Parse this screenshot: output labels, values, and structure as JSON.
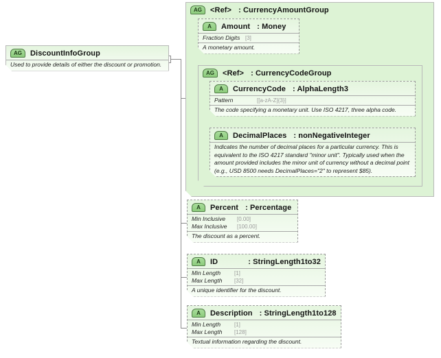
{
  "diagram": {
    "type": "xsd-schema-tree",
    "root": {
      "badge": "AG",
      "name": "DiscountInfoGroup",
      "annotation": "Used to provide details of either the discount or promotion."
    },
    "toggle": {
      "state": "expanded",
      "glyph": "minus"
    },
    "children": [
      {
        "badge": "AG",
        "name": "<Ref>",
        "type": ": CurrencyAmountGroup",
        "children": [
          {
            "badge": "A",
            "name": "Amount",
            "type": ": Money",
            "facets": [
              {
                "label": "Fraction Digits",
                "value": "[3]"
              }
            ],
            "annotation": "A monetary amount."
          },
          {
            "badge": "AG",
            "name": "<Ref>",
            "type": ": CurrencyCodeGroup",
            "children": [
              {
                "badge": "A",
                "name": "CurrencyCode",
                "type": ": AlphaLength3",
                "facets": [
                  {
                    "label": "Pattern",
                    "value": "[[a-zA-Z]{3}]"
                  }
                ],
                "annotation": "The code specifying a monetary unit. Use ISO 4217, three alpha code."
              },
              {
                "badge": "A",
                "name": "DecimalPlaces",
                "type": ": nonNegativeInteger",
                "facets": [],
                "annotation": "Indicates the number of decimal places for a particular currency. This is equivalent to the ISO 4217 standard \"minor unit\". Typically used when the amount provided includes the minor unit of currency without a decimal point (e.g., USD 8500 needs DecimalPlaces=\"2\" to represent $85)."
              }
            ]
          }
        ]
      },
      {
        "badge": "A",
        "name": "Percent",
        "type": ": Percentage",
        "facets": [
          {
            "label": "Min Inclusive",
            "value": "[0.00]"
          },
          {
            "label": "Max Inclusive",
            "value": "[100.00]"
          }
        ],
        "annotation": "The discount as a percent."
      },
      {
        "badge": "A",
        "name": "ID",
        "type": ": StringLength1to32",
        "facets": [
          {
            "label": "Min Length",
            "value": "[1]"
          },
          {
            "label": "Max Length",
            "value": "[32]"
          }
        ],
        "annotation": "A unique identifier for the discount."
      },
      {
        "badge": "A",
        "name": "Description",
        "type": ": StringLength1to128",
        "facets": [
          {
            "label": "Min Length",
            "value": "[1]"
          },
          {
            "label": "Max Length",
            "value": "[128]"
          }
        ],
        "annotation": "Textual information regarding the discount."
      }
    ]
  },
  "colors": {
    "node_fill": "#e9f8e2",
    "group_fill": "#ddf3d5",
    "badge_green": "#8ccb7c",
    "badge_border": "#4f7a45",
    "line": "#8a8a8a",
    "border": "#b9b9b9"
  }
}
